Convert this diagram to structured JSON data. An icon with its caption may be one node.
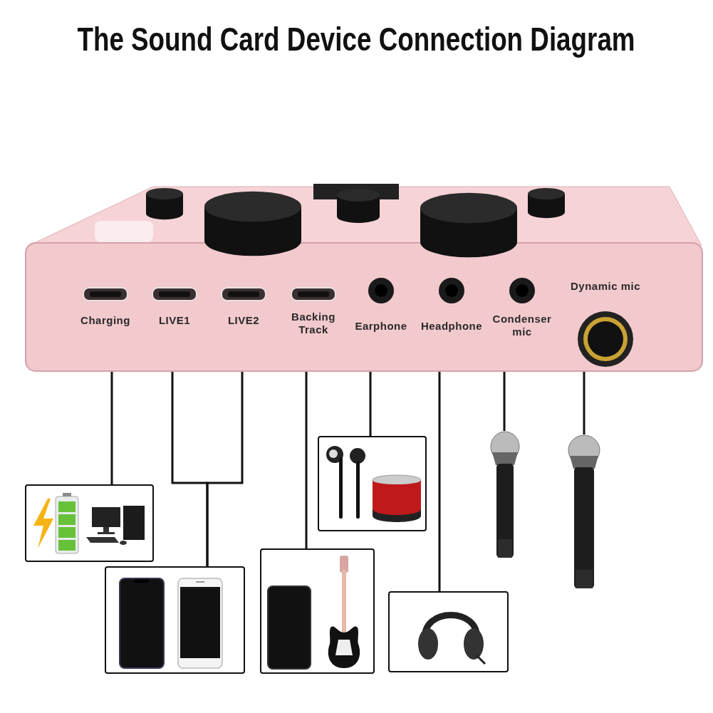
{
  "diagram": {
    "title": "The Sound Card Device Connection Diagram",
    "nodes": [
      {
        "text": [],
        "shape": "picture"
      },
      {
        "text": [
          "Charging"
        ],
        "in": 0
      },
      {
        "text": [
          "LIVE1"
        ],
        "in": 0
      },
      {
        "text": [
          "LIVE2"
        ],
        "in": 0
      },
      {
        "text": [
          "Backing Track"
        ],
        "in": 0
      },
      {
        "text": [
          "Earphone"
        ],
        "in": 0
      },
      {
        "text": [
          "Headphone"
        ],
        "in": 0
      },
      {
        "text": [
          "Condenser mic"
        ],
        "in": 0
      },
      {
        "text": [
          "Dynamic mic"
        ],
        "in": 0
      },
      {
        "text": [],
        "shape": "box"
      },
      {
        "text": [],
        "shape": "box"
      },
      {
        "text": [],
        "shape": "box"
      },
      {
        "text": [],
        "shape": "box"
      },
      {
        "text": [],
        "shape": "box"
      },
      {
        "text": [],
        "shape": "picture"
      },
      {
        "text": [],
        "shape": "picture"
      }
    ],
    "edges": [
      {
        "from": 1,
        "to": 9,
        "arrow": "none"
      },
      {
        "from": 2,
        "to": 10,
        "arrow": "none"
      },
      {
        "from": 3,
        "to": 10,
        "arrow": "none"
      },
      {
        "from": 4,
        "to": 11,
        "arrow": "none"
      },
      {
        "from": 5,
        "to": 12,
        "arrow": "none"
      },
      {
        "from": 6,
        "to": 13,
        "arrow": "none"
      },
      {
        "from": 7,
        "to": 14,
        "arrow": "none"
      },
      {
        "from": 8,
        "to": 15,
        "arrow": "none"
      }
    ]
  }
}
